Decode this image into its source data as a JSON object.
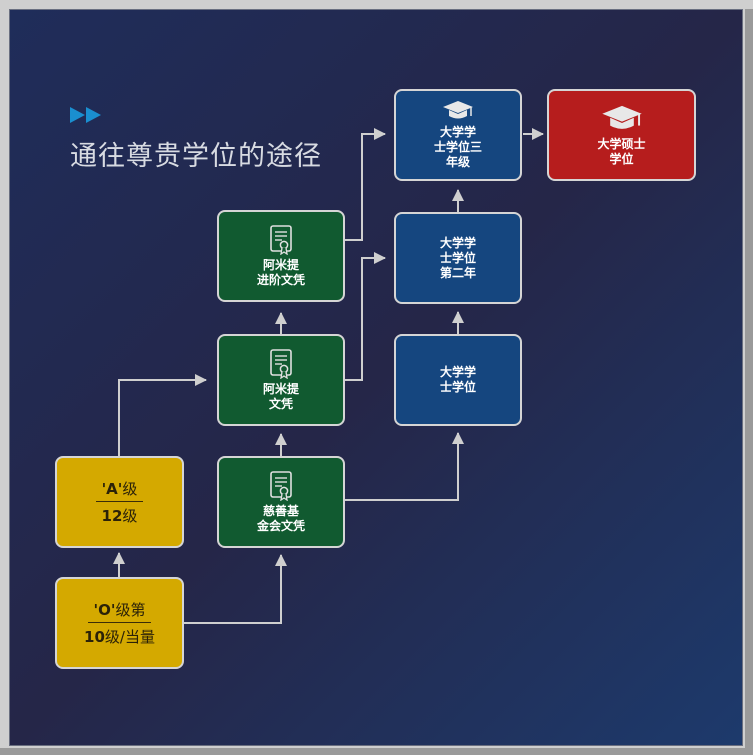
{
  "title": "通往尊贵学位的途径",
  "colors": {
    "background": "#232a52",
    "yellow": "#d4a900",
    "green": "#115a30",
    "blue": "#15467f",
    "red": "#b61d1d",
    "accent": "#1a8fd0",
    "connector": "#cfcfcf"
  },
  "icons": {
    "header": "fast-forward-icon",
    "certificate": "certificate-icon",
    "graduation": "graduation-cap-icon"
  },
  "nodes": {
    "o_level": {
      "prefix": "'O'",
      "suffix": "级第",
      "prefix2": "10",
      "suffix2": "级/当量"
    },
    "a_level": {
      "prefix": "'A'",
      "suffix": "级",
      "prefix2": "12",
      "suffix2": "级"
    },
    "foundation_cert": "慈善基\n金会文凭",
    "amity_diploma": "阿米提\n文凭",
    "amity_advanced": "阿米提\n进阶文凭",
    "bachelor_y1": "大学学\n士学位",
    "bachelor_y2": "大学学\n士学位\n第二年",
    "bachelor_y3": "大学学\n士学位三\n年级",
    "masters": "大学硕士\n学位"
  }
}
